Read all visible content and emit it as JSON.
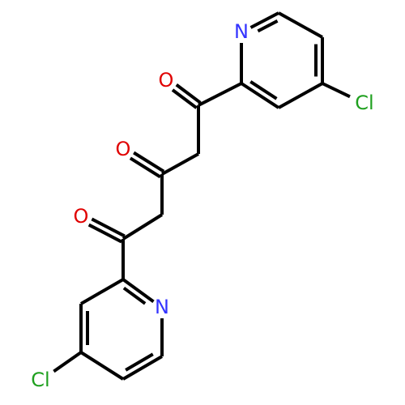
{
  "molecule": {
    "atom_labels": [
      {
        "id": "n-top",
        "text": "N",
        "element": "N"
      },
      {
        "id": "cl-top",
        "text": "Cl",
        "element": "Cl"
      },
      {
        "id": "o1",
        "text": "O",
        "element": "O"
      },
      {
        "id": "o2",
        "text": "O",
        "element": "O"
      },
      {
        "id": "o3",
        "text": "O",
        "element": "O"
      },
      {
        "id": "n-bottom",
        "text": "N",
        "element": "N"
      },
      {
        "id": "cl-bottom",
        "text": "Cl",
        "element": "Cl"
      }
    ]
  },
  "colors": {
    "bond": "#000000",
    "N": "#3333FF",
    "O": "#E00000",
    "Cl": "#1FA01F"
  }
}
